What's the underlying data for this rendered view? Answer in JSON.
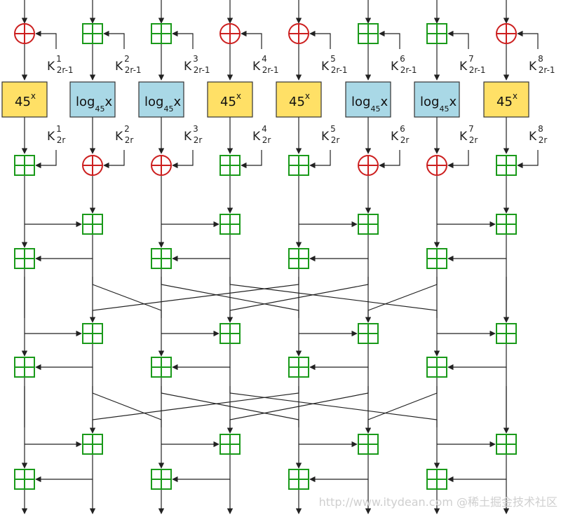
{
  "round_keys_top": [
    {
      "base": "K",
      "sup": "1",
      "sub": "2r-1"
    },
    {
      "base": "K",
      "sup": "2",
      "sub": "2r-1"
    },
    {
      "base": "K",
      "sup": "3",
      "sub": "2r-1"
    },
    {
      "base": "K",
      "sup": "4",
      "sub": "2r-1"
    },
    {
      "base": "K",
      "sup": "5",
      "sub": "2r-1"
    },
    {
      "base": "K",
      "sup": "6",
      "sub": "2r-1"
    },
    {
      "base": "K",
      "sup": "7",
      "sub": "2r-1"
    },
    {
      "base": "K",
      "sup": "8",
      "sub": "2r-1"
    }
  ],
  "round_keys_mid": [
    {
      "base": "K",
      "sup": "1",
      "sub": "2r"
    },
    {
      "base": "K",
      "sup": "2",
      "sub": "2r"
    },
    {
      "base": "K",
      "sup": "3",
      "sub": "2r"
    },
    {
      "base": "K",
      "sup": "4",
      "sub": "2r"
    },
    {
      "base": "K",
      "sup": "5",
      "sub": "2r"
    },
    {
      "base": "K",
      "sup": "6",
      "sub": "2r"
    },
    {
      "base": "K",
      "sup": "7",
      "sub": "2r"
    },
    {
      "base": "K",
      "sup": "8",
      "sub": "2r"
    }
  ],
  "top_ops": [
    "xor",
    "add",
    "add",
    "xor",
    "xor",
    "add",
    "add",
    "xor"
  ],
  "mid_ops": [
    "add",
    "xor",
    "xor",
    "add",
    "add",
    "xor",
    "xor",
    "add"
  ],
  "boxes": [
    {
      "kind": "exp",
      "main": "45",
      "sup": "x"
    },
    {
      "kind": "log",
      "main": "log",
      "sub": "45",
      "tail": "x"
    },
    {
      "kind": "log",
      "main": "log",
      "sub": "45",
      "tail": "x"
    },
    {
      "kind": "exp",
      "main": "45",
      "sup": "x"
    },
    {
      "kind": "exp",
      "main": "45",
      "sup": "x"
    },
    {
      "kind": "log",
      "main": "log",
      "sub": "45",
      "tail": "x"
    },
    {
      "kind": "log",
      "main": "log",
      "sub": "45",
      "tail": "x"
    },
    {
      "kind": "exp",
      "main": "45",
      "sup": "x"
    }
  ],
  "watermark": "http://www.itydean.com @稀土掘金技术社区",
  "colors": {
    "xor": "#cc1f1f",
    "add": "#1a9a1a",
    "exp_fill": "#ffe066",
    "log_fill": "#a9d8e6",
    "line": "#222222"
  }
}
